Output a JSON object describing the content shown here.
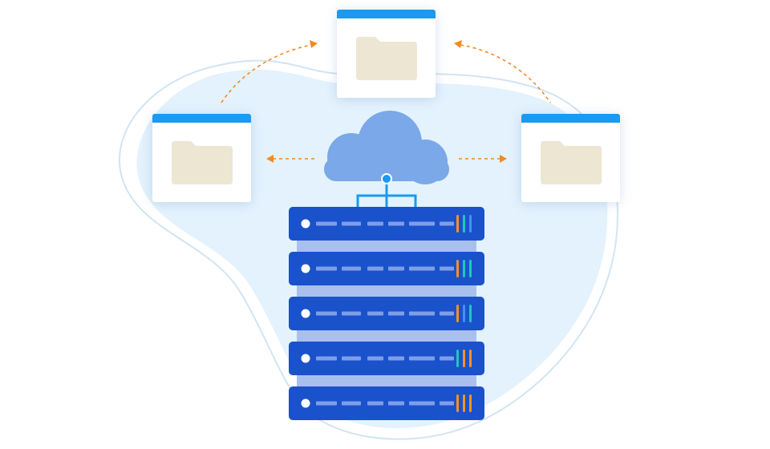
{
  "colors": {
    "blob_fill": "#e3f2fd",
    "blob_outline": "#d2e4f3",
    "window_titlebar": "#1a9af0",
    "folder": "#ece6d2",
    "cloud": "#7aa8e8",
    "arrow": "#f08a24",
    "server_unit": "#1a52cc",
    "server_core": "#a9c0ef",
    "server_slot": "#7e9ee8",
    "connector": "#1a9af0",
    "indicator_orange": "#f7931e",
    "indicator_teal": "#22c5bf",
    "indicator_blue": "#4a8dff"
  },
  "icons": {
    "cloud": "cloud-icon",
    "server": "server-rack-icon",
    "folder": "folder-icon",
    "file_window": "file-window-icon"
  },
  "server_units": [
    {
      "indicators": [
        "orange",
        "teal",
        "blue"
      ]
    },
    {
      "indicators": [
        "orange",
        "teal",
        "teal"
      ]
    },
    {
      "indicators": [
        "orange",
        "blue",
        "teal"
      ]
    },
    {
      "indicators": [
        "teal",
        "orange",
        "orange"
      ]
    },
    {
      "indicators": [
        "orange",
        "orange",
        "orange"
      ]
    }
  ],
  "file_windows": [
    {
      "id": "top-file-window"
    },
    {
      "id": "left-file-window"
    },
    {
      "id": "right-file-window"
    }
  ]
}
